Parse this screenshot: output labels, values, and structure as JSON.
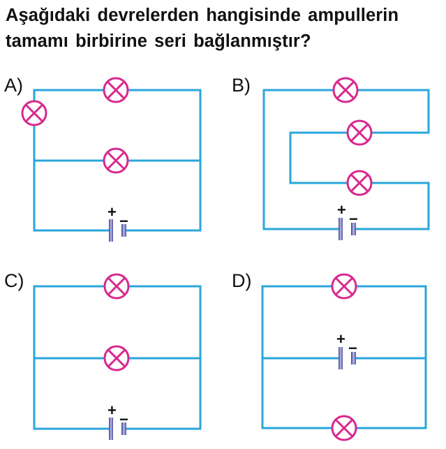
{
  "question": {
    "line1": "Aşağıdaki devrelerden hangisinde ampullerin",
    "line2": "tamamı birbirine seri bağlanmıştır?"
  },
  "options": [
    {
      "letter": "A)"
    },
    {
      "letter": "B)"
    },
    {
      "letter": "C)"
    },
    {
      "letter": "D)"
    }
  ],
  "battery": {
    "plus": "+",
    "minus": "−"
  },
  "colors": {
    "wire": "#2aa6dc",
    "bulb": "#d8288e",
    "battery_cell": "#6b6fb8"
  }
}
